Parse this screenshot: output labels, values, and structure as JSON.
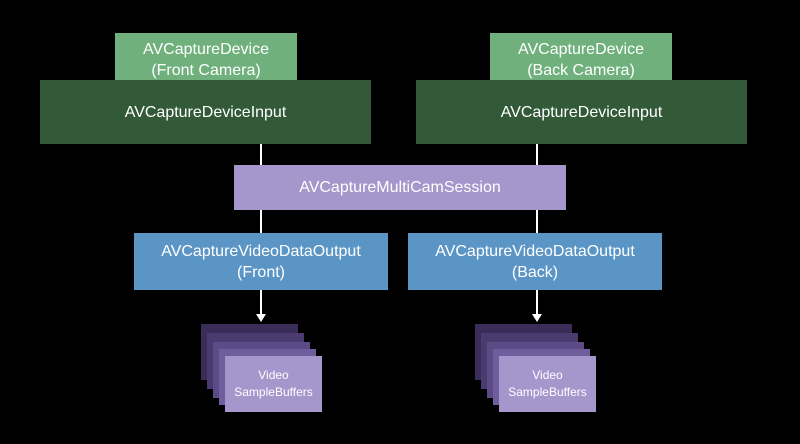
{
  "colors": {
    "background": "#000000",
    "device": "#6fb07d",
    "input": "#325a38",
    "session": "#a596cc",
    "output": "#5b95c6",
    "buffer_stack": [
      "#3a2d57",
      "#4a3a6e",
      "#5c4b86",
      "#6f5d9e"
    ]
  },
  "front": {
    "device_line1": "AVCaptureDevice",
    "device_line2": "(Front Camera)",
    "input": "AVCaptureDeviceInput",
    "output_line1": "AVCaptureVideoDataOutput",
    "output_line2": "(Front)",
    "buffer_line1": "Video",
    "buffer_line2": "SampleBuffers"
  },
  "back": {
    "device_line1": "AVCaptureDevice",
    "device_line2": "(Back Camera)",
    "input": "AVCaptureDeviceInput",
    "output_line1": "AVCaptureVideoDataOutput",
    "output_line2": "(Back)",
    "buffer_line1": "Video",
    "buffer_line2": "SampleBuffers"
  },
  "session": "AVCaptureMultiCamSession"
}
